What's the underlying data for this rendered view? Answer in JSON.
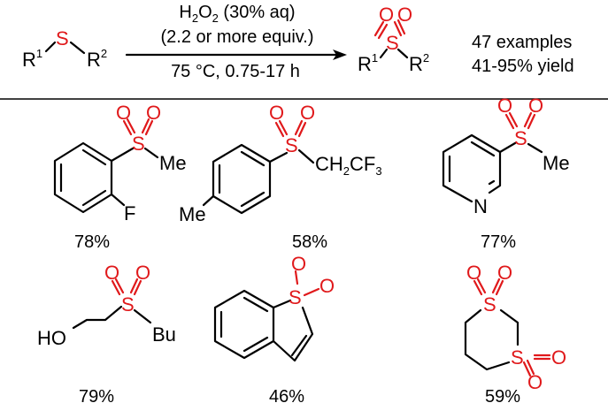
{
  "reaction": {
    "reactant": {
      "r1": "R",
      "r1_sup": "1",
      "s": "S",
      "r2": "R",
      "r2_sup": "2"
    },
    "conditions": {
      "reagent": "H",
      "reagent_sub1": "2",
      "reagent_o": "O",
      "reagent_sub2": "2",
      "reagent_tail": " (30% aq)",
      "equiv": "(2.2 or more equiv.)",
      "temp_time": "75 °C, 0.75-17 h"
    },
    "product": {
      "o": "O",
      "s": "S",
      "r1": "R",
      "r1_sup": "1",
      "r2": "R",
      "r2_sup": "2"
    },
    "summary": {
      "examples": "47 examples",
      "yield": "41-95% yield"
    }
  },
  "examples": [
    {
      "yield": "78%",
      "labels": {
        "o": "O",
        "s": "S",
        "me": "Me",
        "f": "F"
      }
    },
    {
      "yield": "58%",
      "labels": {
        "o": "O",
        "s": "S",
        "me": "Me",
        "ch2": "CH",
        "sub2": "2",
        "cf3": "CF",
        "sub3": "3"
      }
    },
    {
      "yield": "77%",
      "labels": {
        "o": "O",
        "s": "S",
        "me": "Me",
        "n": "N"
      }
    },
    {
      "yield": "79%",
      "labels": {
        "ho": "HO",
        "o": "O",
        "s": "S",
        "bu": "Bu"
      }
    },
    {
      "yield": "46%",
      "labels": {
        "o": "O",
        "s": "S"
      }
    },
    {
      "yield": "59%",
      "labels": {
        "o": "O",
        "s": "S"
      }
    }
  ],
  "colors": {
    "heteroatom": "#e0191b",
    "bond": "#000000",
    "background": "#ffffff"
  }
}
